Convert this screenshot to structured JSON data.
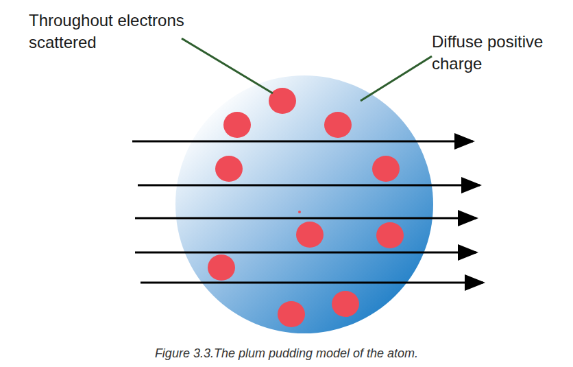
{
  "diagram": {
    "caption": "Figure 3.3.The plum pudding model of the atom.",
    "labels": [
      "Throughout electrons scattered",
      "Diffuse positive charge"
    ]
  }
}
